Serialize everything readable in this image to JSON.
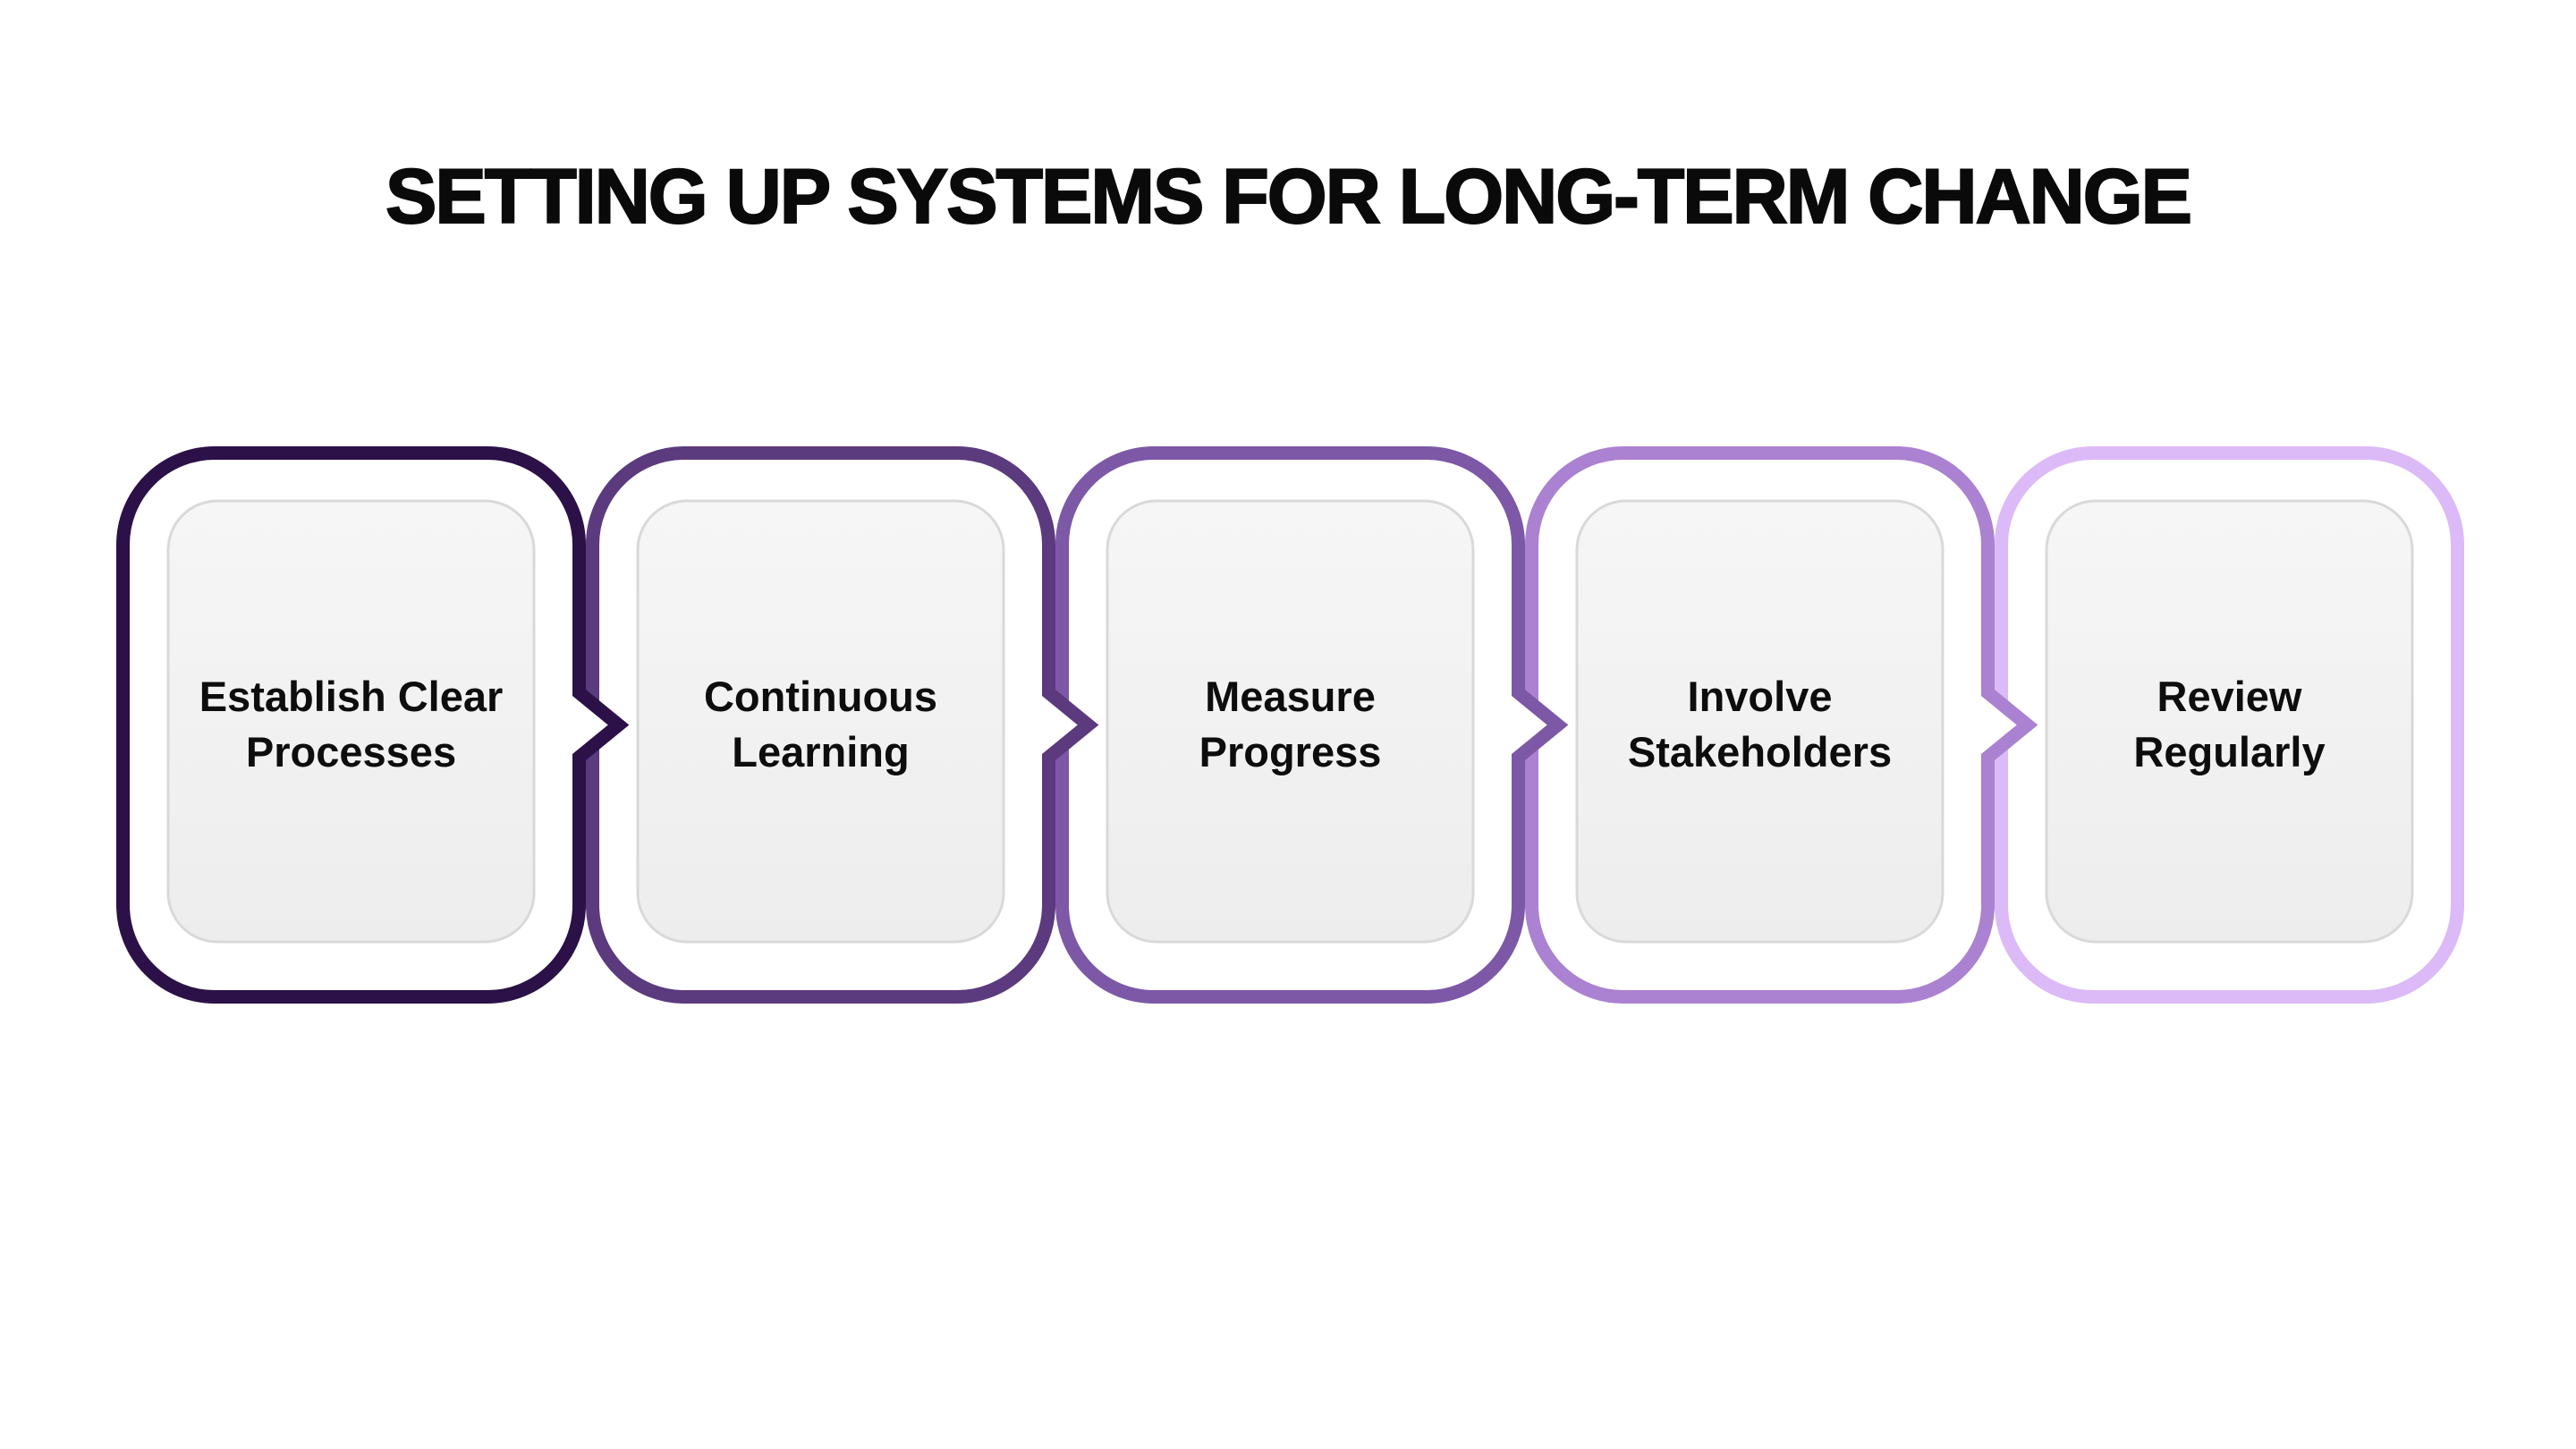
{
  "page": {
    "background_color": "#ffffff"
  },
  "title": {
    "text": "SETTING UP SYSTEMS FOR LONG-TERM CHANGE",
    "color": "#0a0a0a"
  },
  "diagram": {
    "box_fill": "#ffffff",
    "inner_panel_fill_top": "#f6f6f6",
    "inner_panel_fill_bottom": "#ededed",
    "inner_panel_edge_color": "#d9d9d9",
    "label_color": "#0d0d0d",
    "steps": [
      {
        "label": "Establish Clear Processes",
        "line1": "Establish Clear",
        "line2": "Processes",
        "border_color": "#2b1147"
      },
      {
        "label": "Continuous Learning",
        "line1": "Continuous",
        "line2": "Learning",
        "border_color": "#5c3a7e"
      },
      {
        "label": "Measure Progress",
        "line1": "Measure",
        "line2": "Progress",
        "border_color": "#7c58a6"
      },
      {
        "label": "Involve Stakeholders",
        "line1": "Involve",
        "line2": "Stakeholders",
        "border_color": "#ab81d1"
      },
      {
        "label": "Review Regularly",
        "line1": "Review",
        "line2": "Regularly",
        "border_color": "#dcbaf7"
      }
    ]
  }
}
